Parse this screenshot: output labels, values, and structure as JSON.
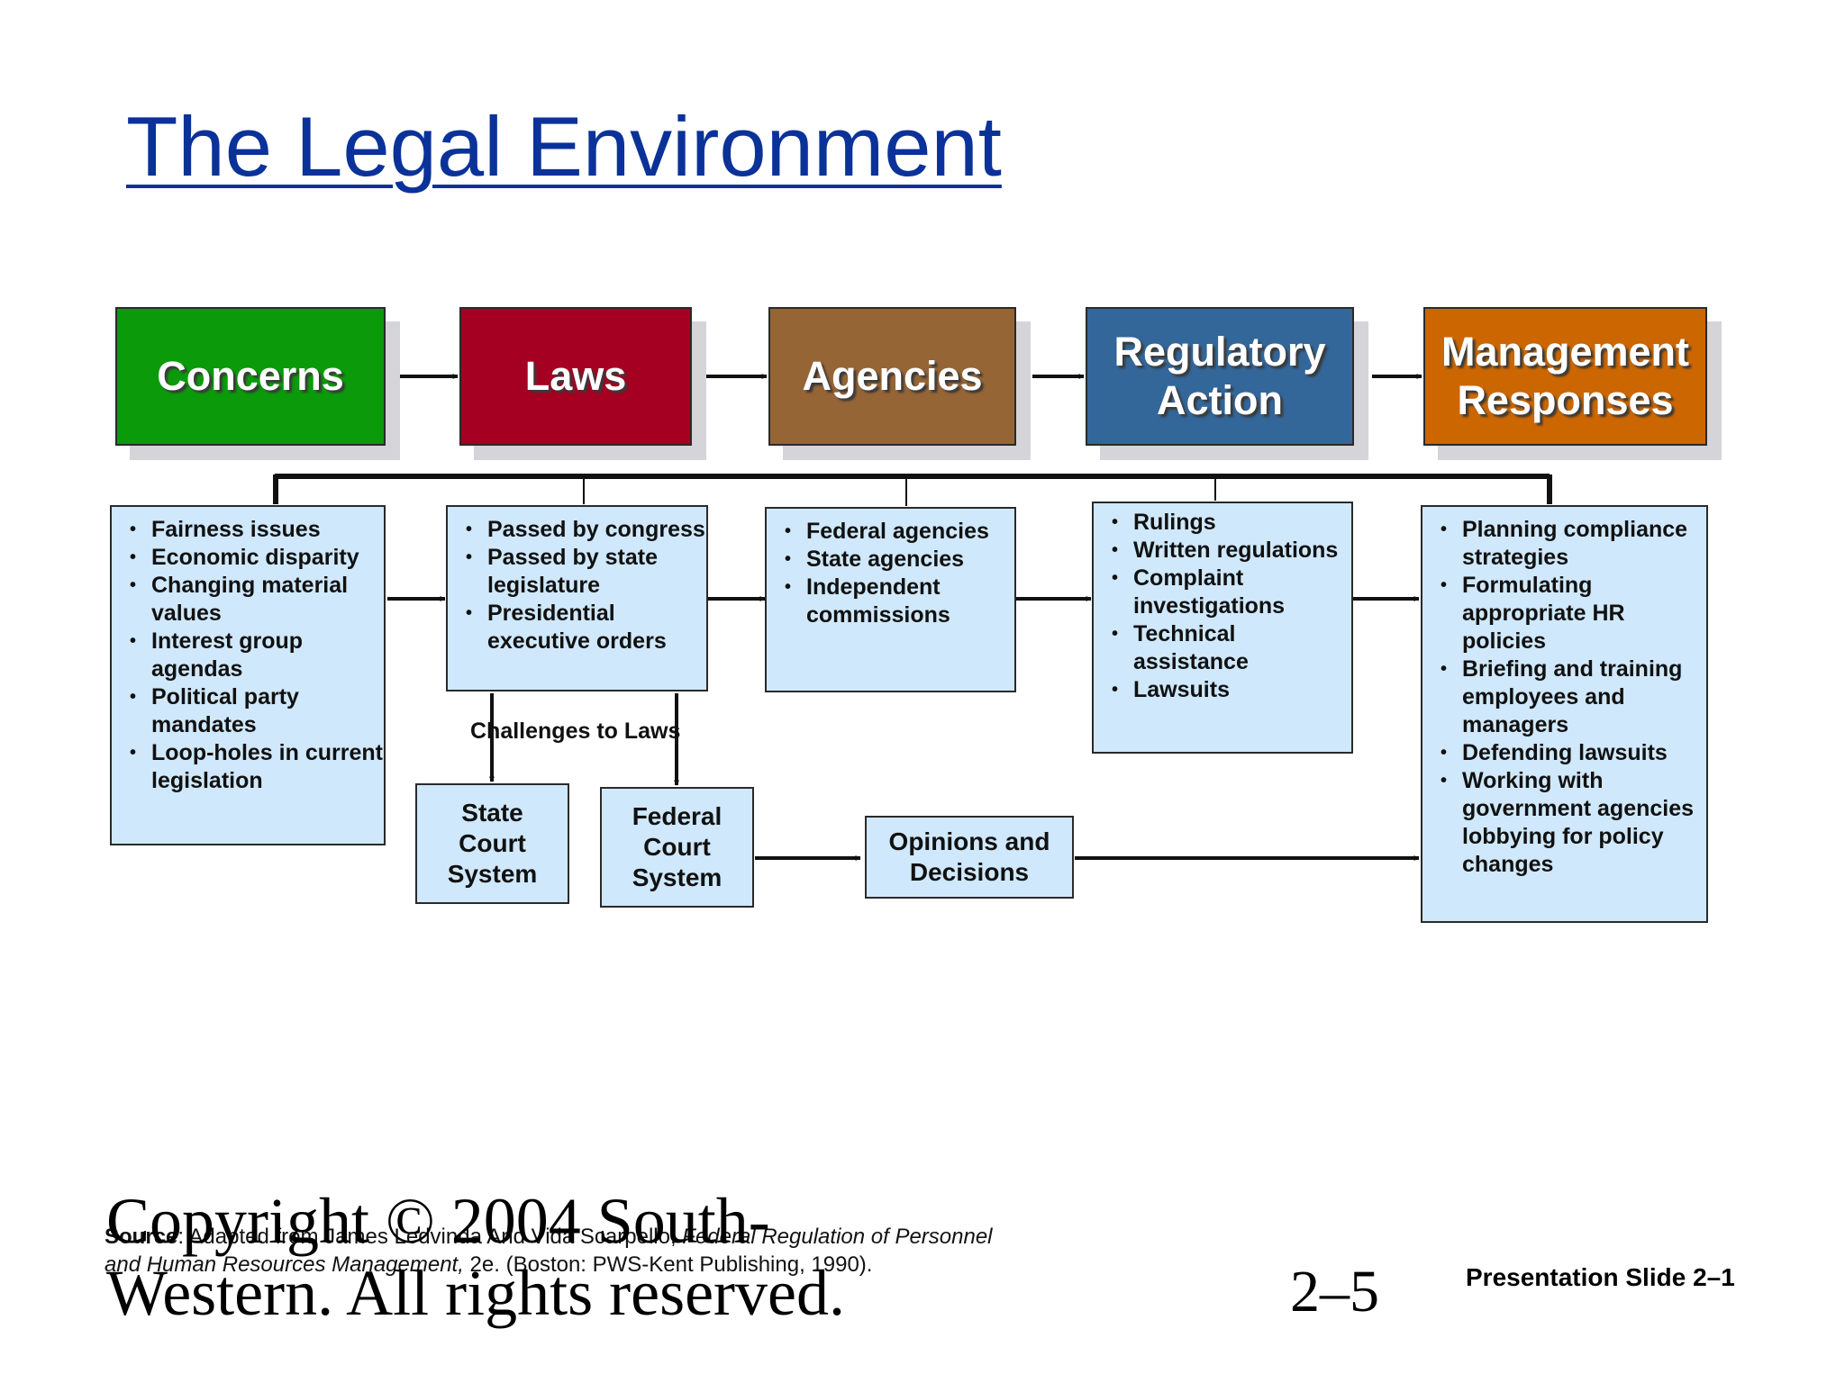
{
  "slide": {
    "title": "The Legal Environment",
    "page_number": "2–5",
    "label": "Presentation Slide 2–1",
    "copyright": "Copyright © 2004 South-\nWestern. All rights reserved."
  },
  "colors": {
    "concerns": "#0a9a0a",
    "laws": "#a50021",
    "agencies": "#956536",
    "regulatory": "#336699",
    "management": "#cc6600",
    "detail_box": "#cfe8fb",
    "title": "#0a3299"
  },
  "headers": {
    "concerns": "Concerns",
    "laws": "Laws",
    "agencies": "Agencies",
    "regulatory": "Regulatory\nAction",
    "management": "Management\nResponses"
  },
  "details": {
    "concerns": [
      "Fairness issues",
      "Economic disparity",
      "Changing material values",
      "Interest group agendas",
      "Political party mandates",
      "Loop-holes in current legislation"
    ],
    "laws": [
      "Passed by congress",
      "Passed by state legislature",
      "Presidential executive orders"
    ],
    "agencies": [
      "Federal agencies",
      "State agencies",
      "Independent commissions"
    ],
    "regulatory": [
      "Rulings",
      "Written regulations",
      "Complaint investigations",
      "Technical assistance",
      "Lawsuits"
    ],
    "management": [
      "Planning compliance strategies",
      "Formulating appropriate HR policies",
      "Briefing and training employees and managers",
      "Defending lawsuits",
      "Working with government agencies lobbying for policy changes"
    ]
  },
  "courts": {
    "challenges_label": "Challenges to Laws",
    "state": "State\nCourt\nSystem",
    "federal": "Federal\nCourt\nSystem",
    "opinions": "Opinions and\nDecisions"
  },
  "source": {
    "label": "Source",
    "text_before": ": Adapted from James Ledvinda And Vida Scarpello, ",
    "book_title_1": "Federal Regulation of Personnel",
    "book_title_2": "and Human Resources Management,",
    "text_after": " 2e. (Boston:  PWS-Kent Publishing, 1990)."
  }
}
